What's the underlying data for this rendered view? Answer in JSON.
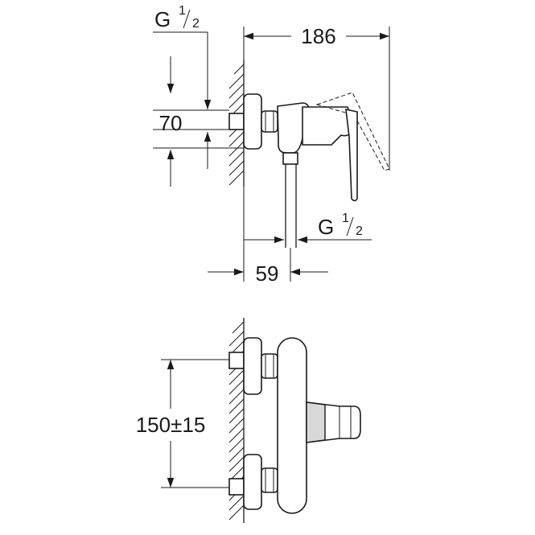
{
  "dimensions": {
    "width_total": "186",
    "height_inlet": "70",
    "depth_wall": "59",
    "centres": "150±15"
  },
  "threads": {
    "top_prefix": "G",
    "top_numerator": "1",
    "top_denominator": "2",
    "outlet_prefix": "G",
    "outlet_numerator": "1",
    "outlet_denominator": "2"
  }
}
